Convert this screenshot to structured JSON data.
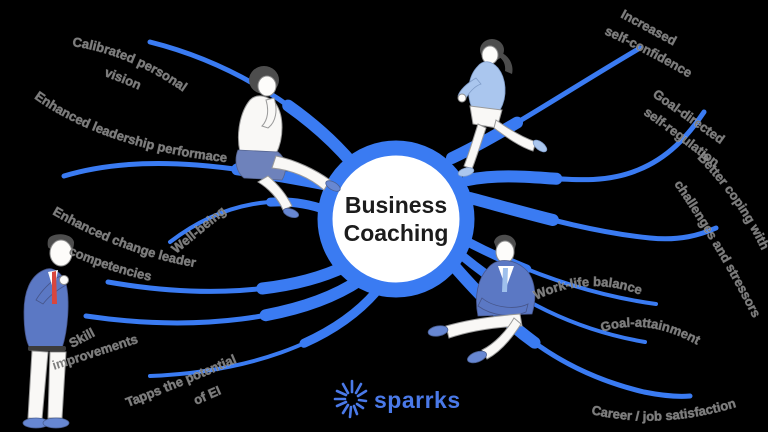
{
  "background": "#000000",
  "center": {
    "line1": "Business",
    "line2": "Coaching"
  },
  "logo": {
    "text": "sparrks",
    "icon": "starburst-icon",
    "color": "#4a79e8"
  },
  "colors": {
    "branch": "#3a7bf2",
    "ring": "#3a7bf2",
    "label": "#7d7d7d",
    "title": "#1c1c1c"
  },
  "branches": {
    "left": [
      {
        "lines": [
          "Calibrated personal",
          "vision"
        ]
      },
      {
        "lines": [
          "Enhanced leadership performace"
        ]
      },
      {
        "lines": [
          "Well-being"
        ]
      },
      {
        "lines": [
          "Enhanced change leader",
          "competencies"
        ]
      },
      {
        "lines": [
          "Skill",
          "improvements"
        ]
      },
      {
        "lines": [
          "Tapps the potential",
          "of EI"
        ]
      }
    ],
    "right": [
      {
        "lines": [
          "Increased",
          "self-confidence"
        ]
      },
      {
        "lines": [
          "Goal-directed",
          "self-regulation"
        ]
      },
      {
        "lines": [
          "Better coping with",
          "challenges and stressors"
        ]
      },
      {
        "lines": [
          "Work-life balance"
        ]
      },
      {
        "lines": [
          "Goal-attainment"
        ]
      },
      {
        "lines": [
          "Career / job satisfaction"
        ]
      }
    ]
  },
  "illustrations": [
    "standing-businessman",
    "sitting-thinking-woman",
    "running-businesswoman",
    "sitting-businessman"
  ]
}
